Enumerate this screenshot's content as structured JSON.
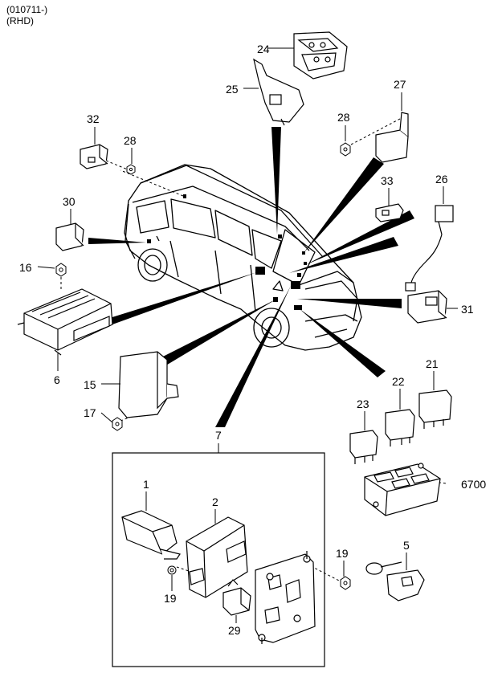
{
  "header": {
    "line1": "(010711-)",
    "line2": "(RHD)"
  },
  "callouts": {
    "c1": "1",
    "c2": "2",
    "c5": "5",
    "c6": "6",
    "c7": "7",
    "c15": "15",
    "c16": "16",
    "c17": "17",
    "c19a": "19",
    "c19b": "19",
    "c21": "21",
    "c22": "22",
    "c23": "23",
    "c24": "24",
    "c25": "25",
    "c26": "26",
    "c27": "27",
    "c28a": "28",
    "c28b": "28",
    "c29": "29",
    "c30": "30",
    "c31": "31",
    "c32": "32",
    "c33": "33",
    "c6700": "6700"
  }
}
